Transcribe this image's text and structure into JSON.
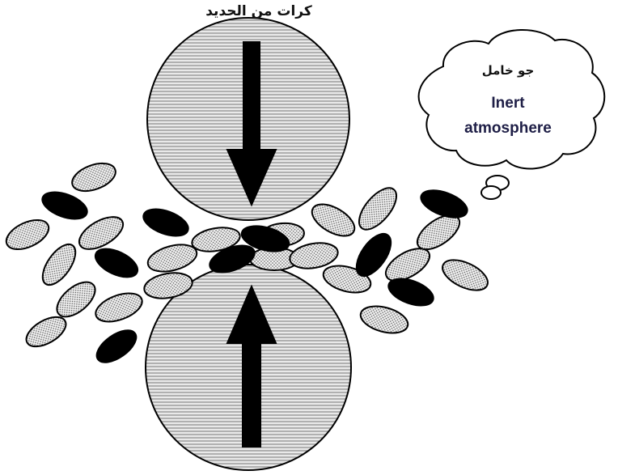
{
  "labels": {
    "balls": "كرات من الحديد",
    "gas_ar": "جو خامل",
    "gas_en_line1": "Inert",
    "gas_en_line2": "atmosphere"
  },
  "colors": {
    "outline": "#000000",
    "ball_fill": "#d6d6d6",
    "particle_light": "#e4e4e4",
    "particle_dark": "#000000",
    "arrow": "#000000"
  },
  "icons": [
    "cloud-icon",
    "down-arrow-icon",
    "up-arrow-icon"
  ]
}
